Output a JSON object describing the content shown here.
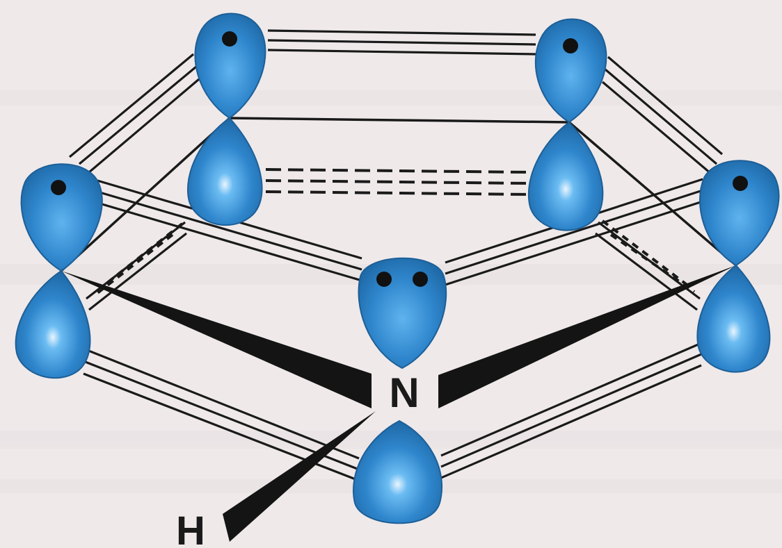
{
  "labels": {
    "nitrogen": "N",
    "hydrogen": "H"
  },
  "colors": {
    "background": "#efe9ea",
    "orbital_fill": "#2f86cc",
    "orbital_edge": "#1d5f97",
    "electron": "#111111",
    "bond": "#1a1a1a"
  },
  "orbitals": [
    {
      "name": "c2-p-orbital",
      "electrons": 1
    },
    {
      "name": "c3-p-orbital",
      "electrons": 1
    },
    {
      "name": "c1-p-orbital",
      "electrons": 1
    },
    {
      "name": "c4-p-orbital",
      "electrons": 1
    },
    {
      "name": "n-p-orbital",
      "electrons": 2
    }
  ]
}
